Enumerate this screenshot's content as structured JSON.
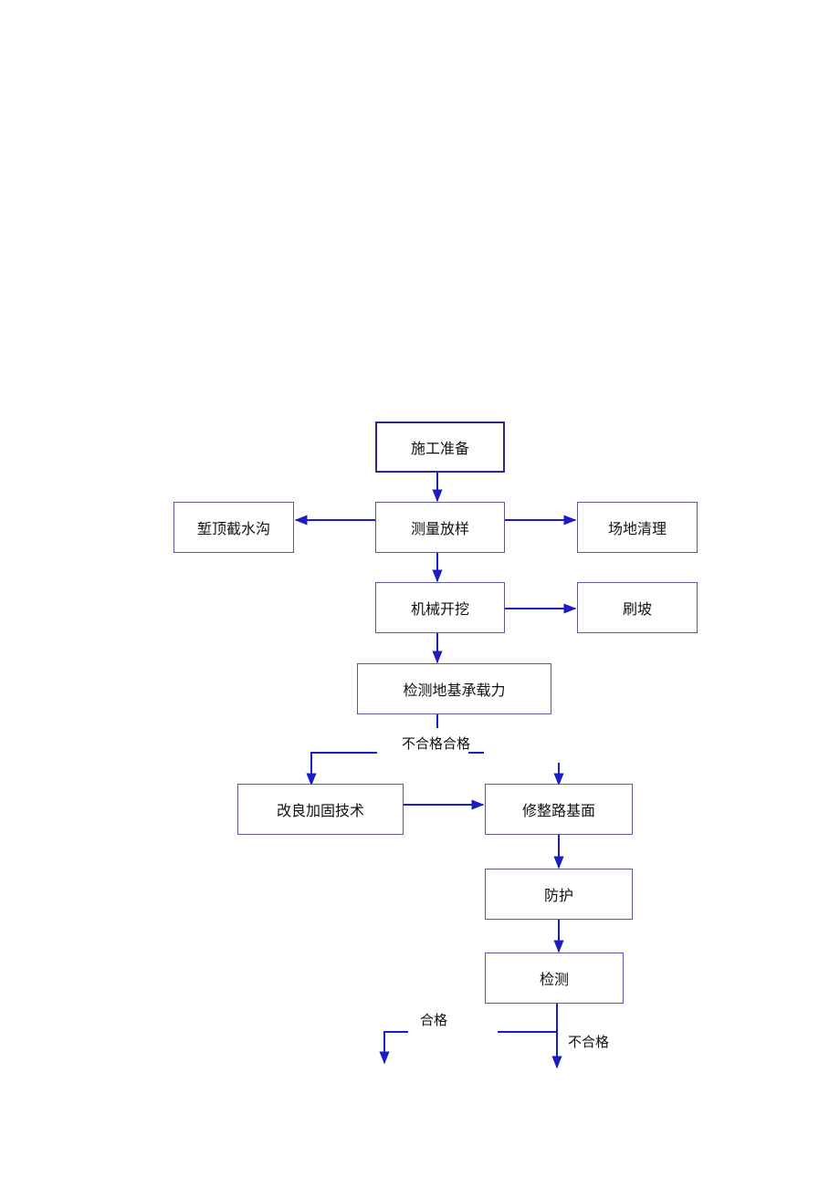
{
  "colors": {
    "arrow": "#1c1cc4",
    "box_border": "#5a5a9a",
    "text": "#111111"
  },
  "nodes": {
    "prepare": "施工准备",
    "survey": "测量放样",
    "intercept_ditch": "堑顶截水沟",
    "site_clear": "场地清理",
    "excavate": "机械开挖",
    "slope_brush": "刷坡",
    "bearing_test": "检测地基承载力",
    "improve": "改良加固技术",
    "trim_base": "修整路基面",
    "protect": "防护",
    "inspect": "检测"
  },
  "labels": {
    "branch_1": "不合格合格",
    "pass": "合格",
    "fail": "不合格"
  }
}
